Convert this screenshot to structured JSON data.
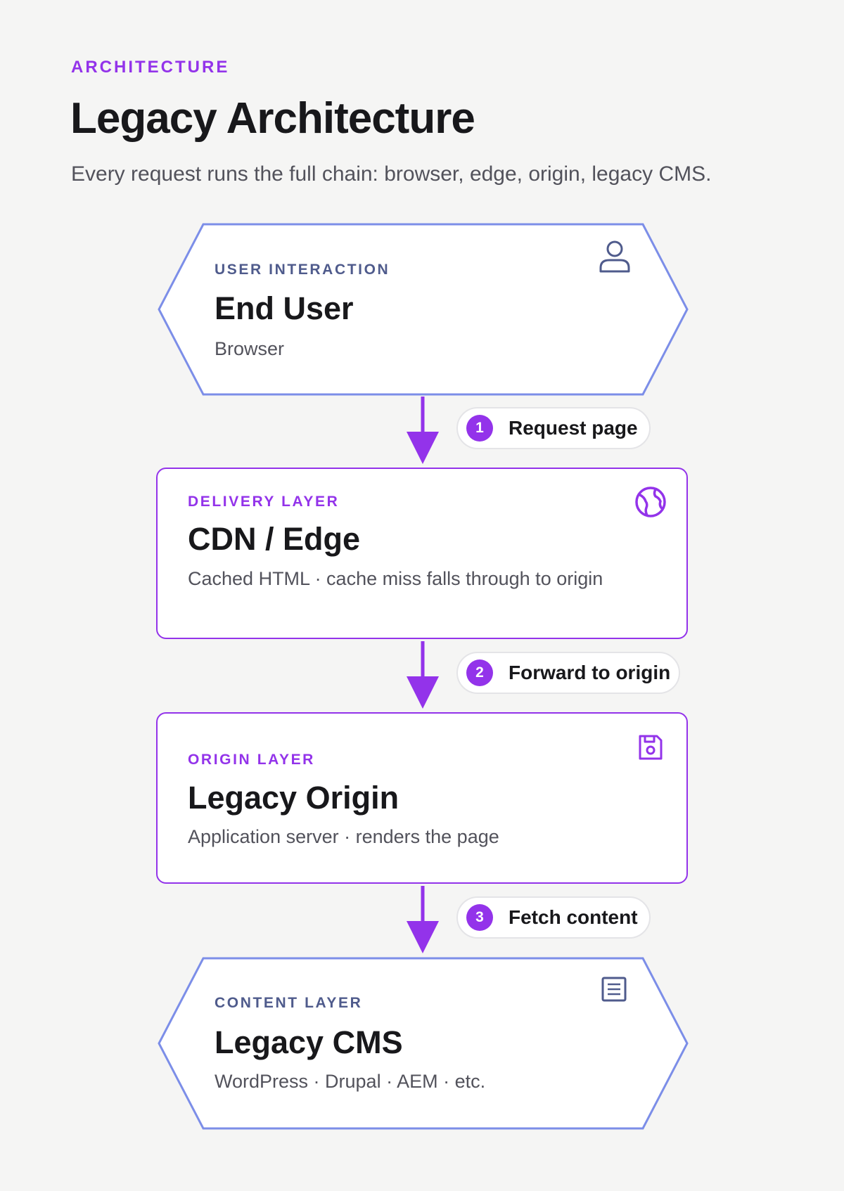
{
  "header": {
    "eyebrow": "ARCHITECTURE",
    "title": "Legacy Architecture",
    "subtitle": "Every request runs the full chain: browser, edge, origin, legacy CMS."
  },
  "colors": {
    "accent": "#9333ea",
    "hex_border": "#7c8ee8",
    "hex_kicker": "#4f5b8c",
    "background": "#f5f5f4"
  },
  "nodes": [
    {
      "kicker": "USER INTERACTION",
      "title": "End User",
      "description": "Browser",
      "icon": "user-icon",
      "shape": "hexagon"
    },
    {
      "kicker": "DELIVERY LAYER",
      "title": "CDN / Edge",
      "description": "Cached HTML · cache miss falls through to origin",
      "icon": "globe-icon",
      "shape": "rounded-rectangle"
    },
    {
      "kicker": "ORIGIN LAYER",
      "title": "Legacy Origin",
      "description": "Application server · renders the page",
      "icon": "save-disk-icon",
      "shape": "rounded-rectangle"
    },
    {
      "kicker": "CONTENT LAYER",
      "title": "Legacy CMS",
      "description": "WordPress · Drupal · AEM · etc.",
      "icon": "document-icon",
      "shape": "hexagon"
    }
  ],
  "edges": [
    {
      "step": "1",
      "label": "Request page",
      "from": "End User",
      "to": "CDN / Edge"
    },
    {
      "step": "2",
      "label": "Forward to origin",
      "from": "CDN / Edge",
      "to": "Legacy Origin"
    },
    {
      "step": "3",
      "label": "Fetch content",
      "from": "Legacy Origin",
      "to": "Legacy CMS"
    }
  ]
}
